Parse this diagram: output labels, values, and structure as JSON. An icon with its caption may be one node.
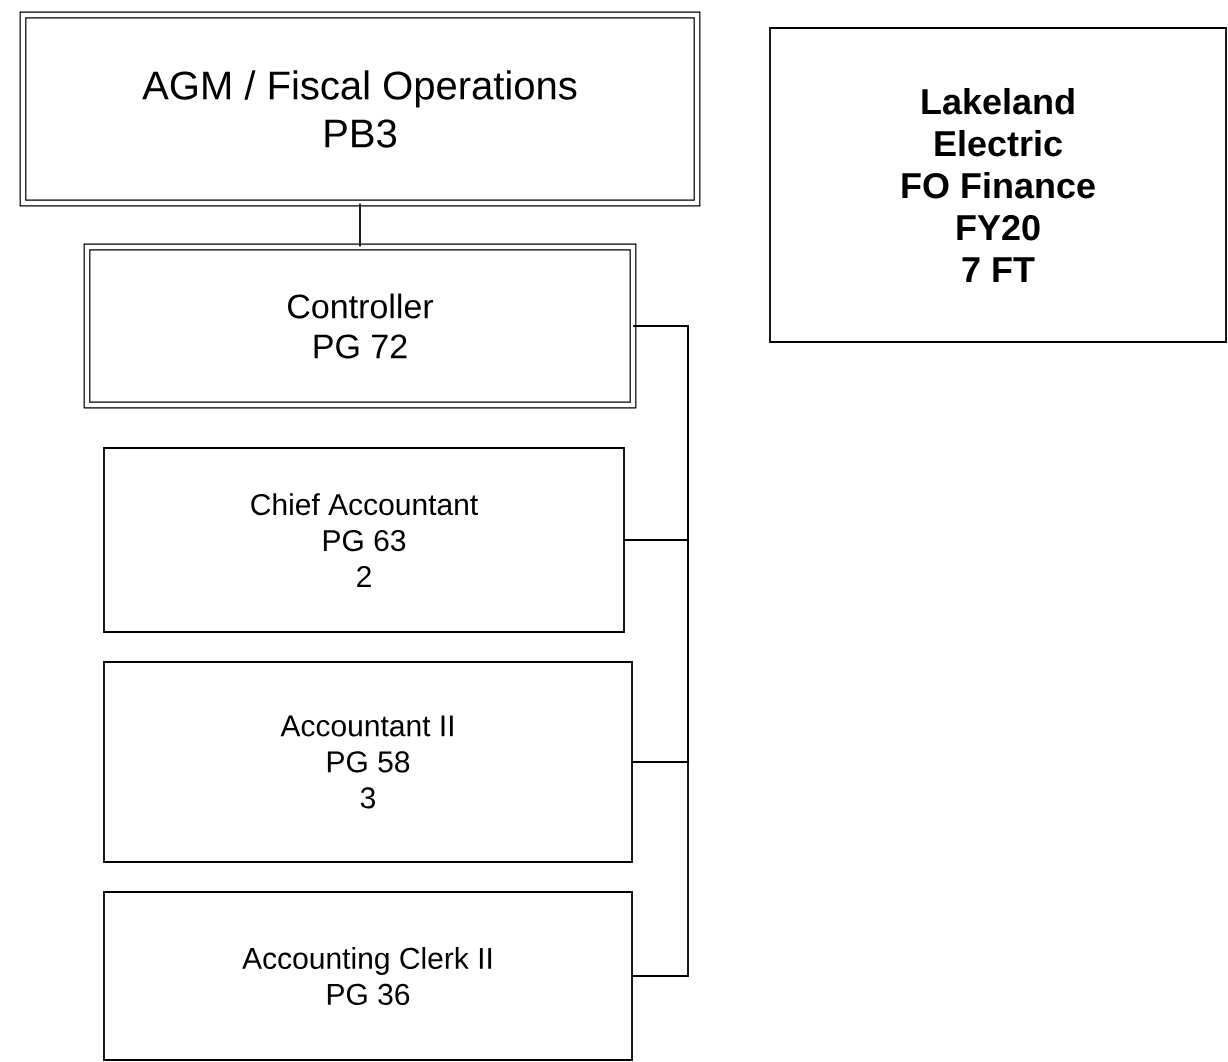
{
  "diagram": {
    "nodes": [
      {
        "text": [
          "AGM / Fiscal Operations",
          "PB3"
        ]
      },
      {
        "text": [
          "Controller",
          "PG 72"
        ]
      },
      {
        "text": [
          "Chief Accountant",
          "PG 63",
          "2"
        ]
      },
      {
        "text": [
          "Accountant II",
          "PG 58",
          "3"
        ]
      },
      {
        "text": [
          "Accounting Clerk II",
          "PG 36"
        ]
      },
      {
        "text": [
          "Lakeland",
          "Electric",
          "FO Finance",
          "FY20",
          "7 FT"
        ]
      }
    ],
    "edges": [
      {
        "from": 0,
        "to": 1,
        "arrow": "none"
      },
      {
        "from": 1,
        "to": 2,
        "arrow": "none"
      },
      {
        "from": 1,
        "to": 3,
        "arrow": "none"
      },
      {
        "from": 1,
        "to": 4,
        "arrow": "none"
      }
    ]
  }
}
